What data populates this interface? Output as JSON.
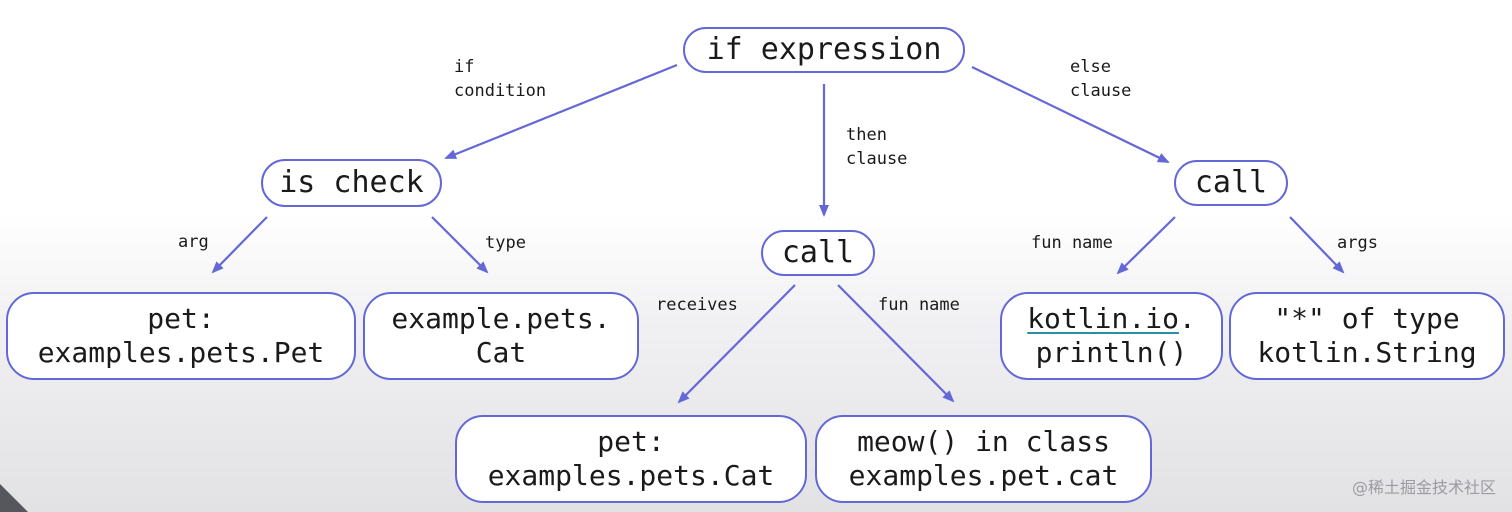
{
  "nodes": {
    "root": "if expression",
    "is_check": "is check",
    "call_then": "call",
    "call_else": "call",
    "arg_value": [
      "pet:",
      "examples.pets.Pet"
    ],
    "type_value": [
      "example.pets.",
      "Cat"
    ],
    "receiver_value": [
      "pet:",
      "examples.pets.Cat"
    ],
    "fun_then_value": [
      "meow() in class",
      "examples.pet.cat"
    ],
    "fun_else_value": [
      "kotlin.io",
      ".",
      "println()"
    ],
    "args_value": [
      "\"*\" of type",
      "kotlin.String"
    ]
  },
  "edges": {
    "if_condition": "if\ncondition",
    "then_clause": "then\nclause",
    "else_clause": "else\nclause",
    "arg": "arg",
    "type": "type",
    "receives": "receives",
    "fun_name_then": "fun name",
    "fun_name_else": "fun name",
    "args": "args"
  },
  "watermark": "@稀土掘金技术社区",
  "colors": {
    "accent": "#6468d6",
    "underline": "#2a8fa0"
  }
}
